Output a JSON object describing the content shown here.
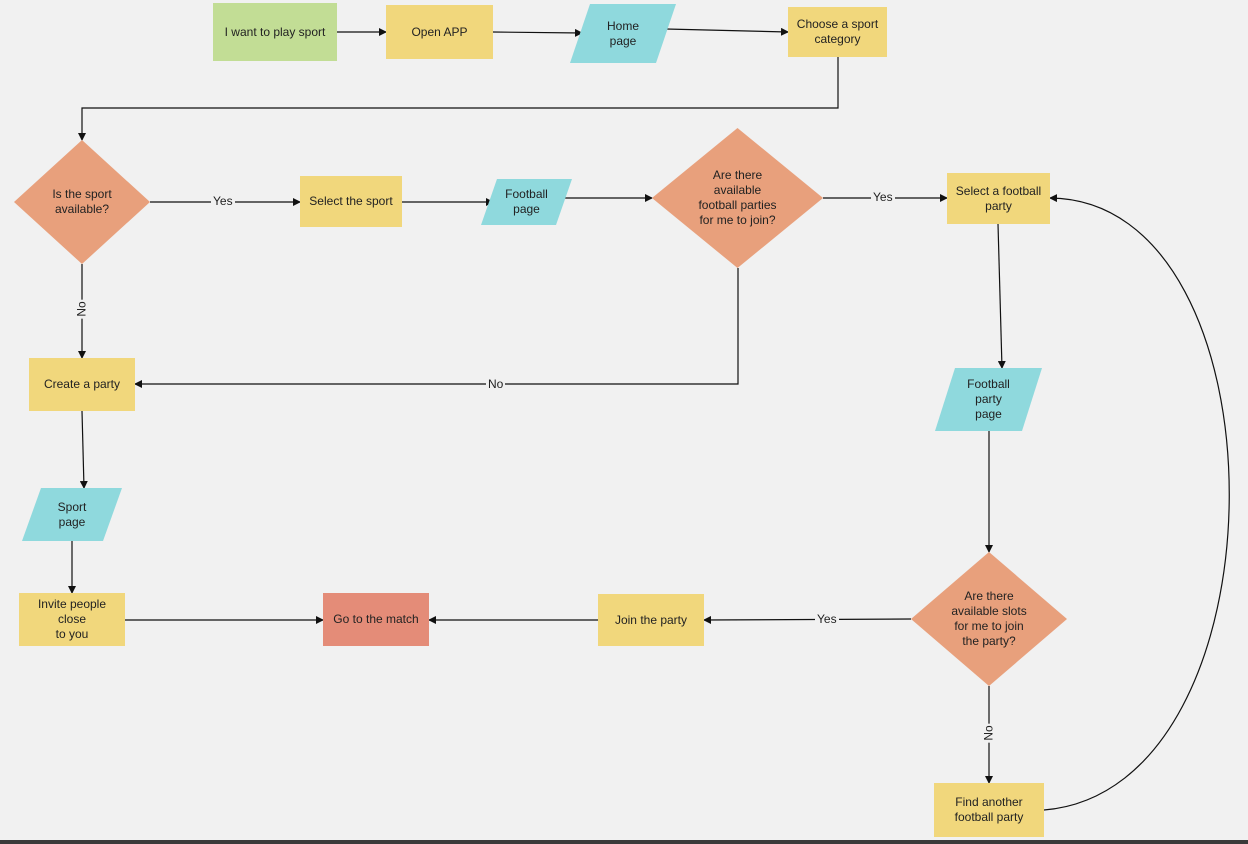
{
  "nodes": {
    "start": "I want to play sport",
    "open_app": "Open APP",
    "home_page": "Home\npage",
    "choose_category": "Choose a sport\ncategory",
    "is_available": "Is the sport\navailable?",
    "select_sport": "Select the sport",
    "football_page": "Football\npage",
    "parties_q": "Are there\navailable\nfootball parties\nfor me to join?",
    "select_party": "Select a football\nparty",
    "create_party": "Create a party",
    "party_page": "Football\nparty\npage",
    "sport_page": "Sport\npage",
    "invite": "Invite people close\nto you",
    "go_match": "Go to the match",
    "join_party": "Join the party",
    "slots_q": "Are there\navailable slots\nfor me to join\nthe party?",
    "find_another": "Find another\nfootball party"
  },
  "edge_labels": {
    "available_yes": "Yes",
    "available_no": "No",
    "parties_yes": "Yes",
    "parties_no": "No",
    "slots_yes": "Yes",
    "slots_no": "No"
  },
  "colors": {
    "process": "#f1d77c",
    "start": "#c2dd95",
    "end": "#e48c78",
    "page": "#8fd9dd",
    "decision": "#e8a07c",
    "connector": "#111111",
    "background": "#f1f1f1"
  }
}
